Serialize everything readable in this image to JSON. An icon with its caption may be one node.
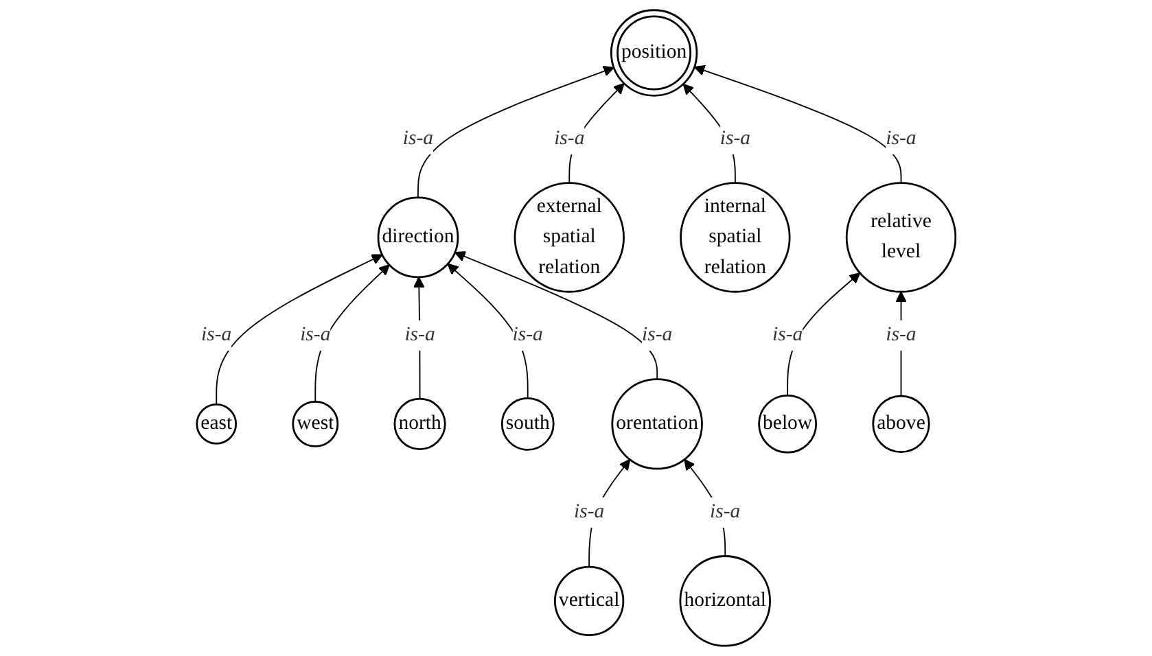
{
  "diagram": {
    "nodes": [
      {
        "text": [
          "position"
        ]
      },
      {
        "text": [
          "direction"
        ]
      },
      {
        "text": [
          "external spatial relation"
        ]
      },
      {
        "text": [
          "internal spatial relation"
        ]
      },
      {
        "text": [
          "relative level"
        ]
      },
      {
        "text": [
          "east"
        ]
      },
      {
        "text": [
          "west"
        ]
      },
      {
        "text": [
          "north"
        ]
      },
      {
        "text": [
          "south"
        ]
      },
      {
        "text": [
          "orentation"
        ]
      },
      {
        "text": [
          "below"
        ]
      },
      {
        "text": [
          "above"
        ]
      },
      {
        "text": [
          "vertical"
        ]
      },
      {
        "text": [
          "horizontal"
        ]
      }
    ],
    "edges": [
      {
        "from": 1,
        "to": 0,
        "arrow": "to",
        "label": "is-a"
      },
      {
        "from": 2,
        "to": 0,
        "arrow": "to",
        "label": "is-a"
      },
      {
        "from": 3,
        "to": 0,
        "arrow": "to",
        "label": "is-a"
      },
      {
        "from": 4,
        "to": 0,
        "arrow": "to",
        "label": "is-a"
      },
      {
        "from": 5,
        "to": 1,
        "arrow": "to",
        "label": "is-a"
      },
      {
        "from": 6,
        "to": 1,
        "arrow": "to",
        "label": "is-a"
      },
      {
        "from": 7,
        "to": 1,
        "arrow": "to",
        "label": "is-a"
      },
      {
        "from": 8,
        "to": 1,
        "arrow": "to",
        "label": "is-a"
      },
      {
        "from": 9,
        "to": 1,
        "arrow": "to",
        "label": "is-a"
      },
      {
        "from": 10,
        "to": 4,
        "arrow": "to",
        "label": "is-a"
      },
      {
        "from": 11,
        "to": 4,
        "arrow": "to",
        "label": "is-a"
      },
      {
        "from": 12,
        "to": 9,
        "arrow": "to",
        "label": "is-a"
      },
      {
        "from": 13,
        "to": 9,
        "arrow": "to",
        "label": "is-a"
      }
    ]
  }
}
